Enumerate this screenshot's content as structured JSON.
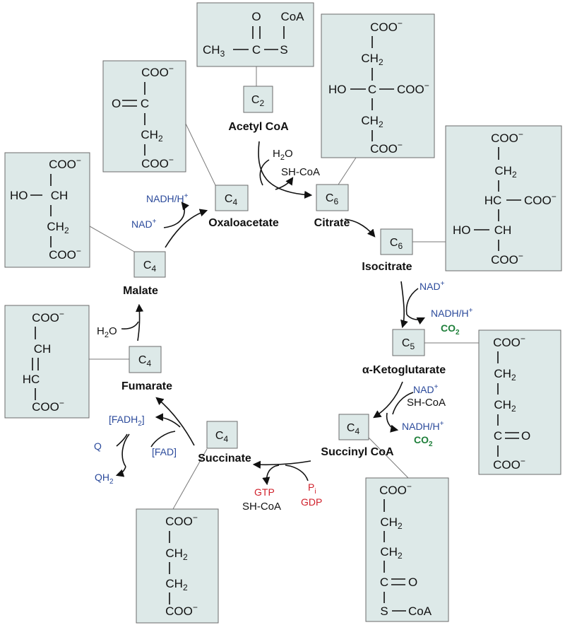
{
  "colors": {
    "box_fill": "#dde9e8",
    "cofactor_blue": "#2b4a9b",
    "gtp_red": "#d01f2a",
    "co2_green": "#1e7f3a"
  },
  "carbon_labels": {
    "acetyl": [
      "C",
      "2"
    ],
    "oxaloacetate": [
      "C",
      "4"
    ],
    "citrate": [
      "C",
      "6"
    ],
    "isocitrate": [
      "C",
      "6"
    ],
    "ketoglutarate": [
      "C",
      "5"
    ],
    "succinyl": [
      "C",
      "4"
    ],
    "succinate": [
      "C",
      "4"
    ],
    "fumarate": [
      "C",
      "4"
    ],
    "malate": [
      "C",
      "4"
    ]
  },
  "names": {
    "acetyl": "Acetyl CoA",
    "oxaloacetate": "Oxaloacetate",
    "citrate": "Citrate",
    "isocitrate": "Isocitrate",
    "ketoglutarate": "α-Ketoglutarate",
    "succinyl": "Succinyl CoA",
    "succinate": "Succinate",
    "fumarate": "Fumarate",
    "malate": "Malate"
  },
  "cofactors": {
    "h2o_in_citrate": [
      "H",
      "2",
      "O"
    ],
    "shcoa_out_citrate": "SH-CoA",
    "nad_isocitrate": [
      "NAD",
      "+"
    ],
    "nadh_isocitrate": [
      "NADH/H",
      "+"
    ],
    "co2_isocitrate": [
      "CO",
      "2"
    ],
    "nad_kg": [
      "NAD",
      "+"
    ],
    "shcoa_in_kg": "SH-CoA",
    "nadh_kg": [
      "NADH/H",
      "+"
    ],
    "co2_kg": [
      "CO",
      "2"
    ],
    "pi": [
      "P",
      "i"
    ],
    "gdp": "GDP",
    "gtp": "GTP",
    "shcoa_out_succ": "SH-CoA",
    "fadh2": [
      "[FADH",
      "2",
      "]"
    ],
    "fad": "[FAD]",
    "q": "Q",
    "qh2": [
      "QH",
      "2"
    ],
    "h2o_fumarate": [
      "H",
      "2",
      "O"
    ],
    "nad_malate": [
      "NAD",
      "+"
    ],
    "nadh_malate": [
      "NADH/H",
      "+"
    ]
  },
  "structures": {
    "acetyl": {
      "o": "O",
      "coa": "CoA",
      "ch3": [
        "CH",
        "3"
      ],
      "c": "C",
      "s": "S"
    },
    "citrate": {
      "coo_top": [
        "COO",
        "−"
      ],
      "ch2_a": [
        "CH",
        "2"
      ],
      "ho": "HO",
      "c": "C",
      "coo_right": [
        "COO",
        "−"
      ],
      "ch2_b": [
        "CH",
        "2"
      ],
      "coo_bottom": [
        "COO",
        "−"
      ]
    },
    "oxaloacetate": {
      "coo_top": [
        "COO",
        "−"
      ],
      "o": "O",
      "c": "C",
      "ch2": [
        "CH",
        "2"
      ],
      "coo_bottom": [
        "COO",
        "−"
      ]
    },
    "malate": {
      "coo_top": [
        "COO",
        "−"
      ],
      "ho": "HO",
      "ch": "CH",
      "ch2": [
        "CH",
        "2"
      ],
      "coo_bottom": [
        "COO",
        "−"
      ]
    },
    "isocitrate": {
      "coo_top": [
        "COO",
        "−"
      ],
      "ch2": [
        "CH",
        "2"
      ],
      "hc": "HC",
      "coo_right": [
        "COO",
        "−"
      ],
      "ho": "HO",
      "ch": "CH",
      "coo_bottom": [
        "COO",
        "−"
      ]
    },
    "fumarate": {
      "coo_top": [
        "COO",
        "−"
      ],
      "ch": "CH",
      "hc": "HC",
      "coo_bottom": [
        "COO",
        "−"
      ]
    },
    "ketoglutarate": {
      "coo_top": [
        "COO",
        "−"
      ],
      "ch2_a": [
        "CH",
        "2"
      ],
      "ch2_b": [
        "CH",
        "2"
      ],
      "c": "C",
      "o": "O",
      "coo_bottom": [
        "COO",
        "−"
      ]
    },
    "succinyl": {
      "coo_top": [
        "COO",
        "−"
      ],
      "ch2_a": [
        "CH",
        "2"
      ],
      "ch2_b": [
        "CH",
        "2"
      ],
      "c": "C",
      "o": "O",
      "s": "S",
      "coa": "CoA"
    },
    "succinate": {
      "coo_top": [
        "COO",
        "−"
      ],
      "ch2_a": [
        "CH",
        "2"
      ],
      "ch2_b": [
        "CH",
        "2"
      ],
      "coo_bottom": [
        "COO",
        "−"
      ]
    }
  }
}
